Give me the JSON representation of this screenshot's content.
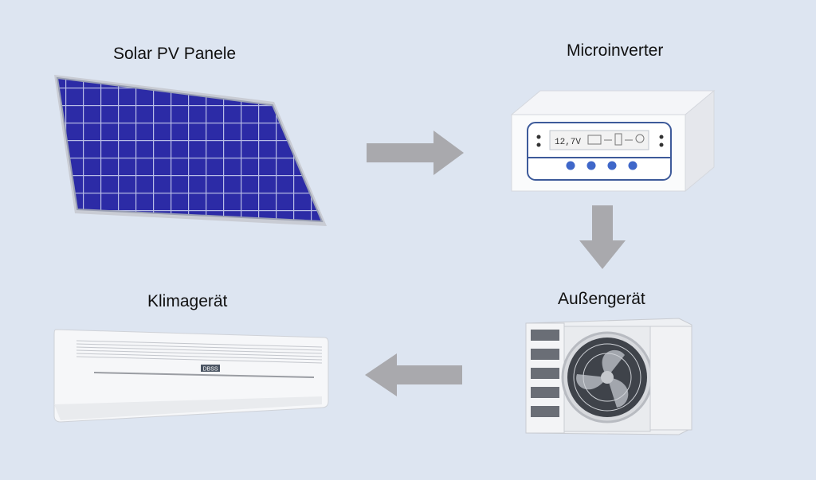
{
  "diagram": {
    "nodes": {
      "solar_panel": {
        "label": "Solar PV Panele"
      },
      "microinverter": {
        "label": "Microinverter",
        "display_text": "12,7V"
      },
      "outdoor_unit": {
        "label": "Außengerät"
      },
      "air_conditioner": {
        "label": "Klimagerät",
        "badge": "DBSS"
      }
    },
    "edges": [
      {
        "from": "solar_panel",
        "to": "microinverter"
      },
      {
        "from": "microinverter",
        "to": "outdoor_unit"
      },
      {
        "from": "outdoor_unit",
        "to": "air_conditioner"
      }
    ],
    "colors": {
      "background": "#dde5f1",
      "arrow": "#a9a9ad",
      "panel_cell": "#2f2ea8",
      "inverter_accent": "#3d5a9a",
      "button": "#3f67c9"
    }
  }
}
